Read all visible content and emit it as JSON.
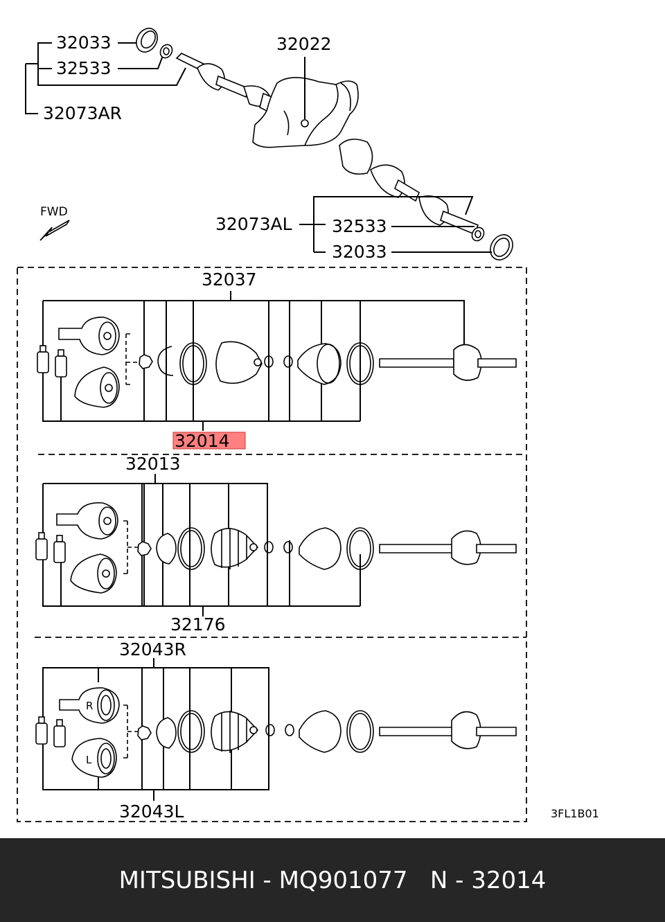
{
  "diagram": {
    "labels": {
      "l32033_top": "32033",
      "l32533_top": "32533",
      "l32073AR": "32073AR",
      "l32022": "32022",
      "fwd": "FWD",
      "l32073AL": "32073AL",
      "l32533_bot": "32533",
      "l32033_bot": "32033",
      "l32037": "32037",
      "l32014": "32014",
      "l32013": "32013",
      "l32176": "32176",
      "l32043R": "32043R",
      "l32043L": "32043L",
      "ref_code": "3FL1B01",
      "mark_R": "R",
      "mark_L": "L"
    },
    "highlight_color": "#ff8080"
  },
  "footer": {
    "text": "MITSUBISHI - MQ901077   N - 32014"
  }
}
